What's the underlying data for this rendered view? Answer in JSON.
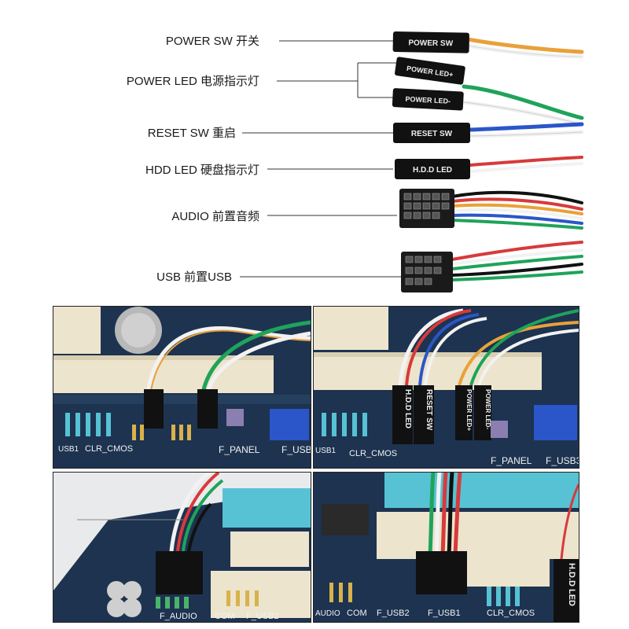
{
  "labels": [
    {
      "key": "power_sw",
      "text": "POWER SW 开关"
    },
    {
      "key": "power_led",
      "text": "POWER LED 电源指示灯"
    },
    {
      "key": "reset_sw",
      "text": "RESET SW 重启"
    },
    {
      "key": "hdd_led",
      "text": "HDD LED 硬盘指示灯"
    },
    {
      "key": "audio",
      "text": "AUDIO 前置音频"
    },
    {
      "key": "usb",
      "text": "USB  前置USB"
    }
  ],
  "connectors": {
    "power_sw": "POWER SW",
    "power_led_plus": "POWER LED+",
    "power_led_minus": "POWER LED-",
    "reset_sw": "RESET SW",
    "hdd_led": "H.D.D LED"
  },
  "photos": {
    "top_left": {
      "f_panel": "F_PANEL",
      "f_usb": "F_USB",
      "clr_cmos": "CLR_CMOS",
      "usb1": "USB1"
    },
    "top_right": {
      "f_panel": "F_PANEL",
      "f_usb": "F_USB3",
      "clr_cmos": "CLR_CMOS",
      "usb1": "USB1",
      "hdd": "H.D.D LED",
      "reset": "RESET SW",
      "pled_plus": "POWER LED+",
      "pled_minus": "POWER LED-"
    },
    "bottom_left": {
      "f_audio": "F_AUDIO",
      "com": "COM",
      "f_usb2": "F_USB2"
    },
    "bottom_right": {
      "audio": "AUDIO",
      "com": "COM",
      "f_usb2": "F_USB2",
      "f_usb1": "F_USB1",
      "clr_cmos": "CLR_CMOS",
      "hdd": "H.D.D LED"
    }
  },
  "colors": {
    "orange": "#e8a13a",
    "white": "#f2f2f2",
    "green": "#1fa35a",
    "blue": "#2b56c9",
    "red": "#d83a3a",
    "black": "#111111",
    "board": "#1d3350",
    "slot": "#ece4cc",
    "pins": "#d8b24a",
    "cyan_pins": "#56c2d4"
  }
}
